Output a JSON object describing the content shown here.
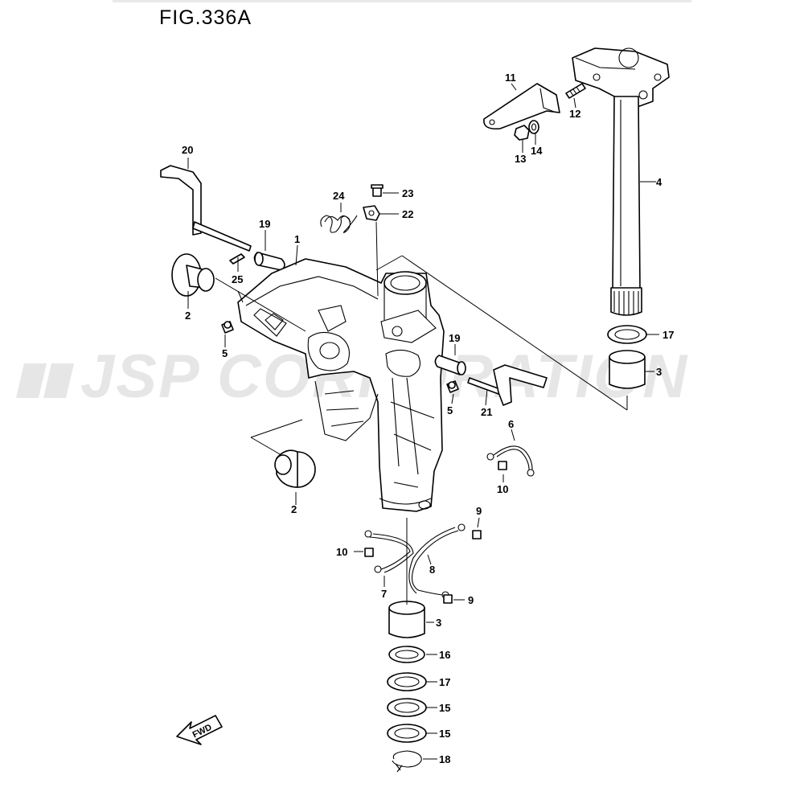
{
  "figure": {
    "title": "FIG.336A"
  },
  "watermark": {
    "text": "JSP CORPORATION"
  },
  "direction": {
    "label": "FWD"
  },
  "callouts": [
    {
      "id": "c1",
      "text": "1"
    },
    {
      "id": "c2a",
      "text": "2"
    },
    {
      "id": "c2b",
      "text": "2"
    },
    {
      "id": "c3a",
      "text": "3"
    },
    {
      "id": "c3b",
      "text": "3"
    },
    {
      "id": "c4",
      "text": "4"
    },
    {
      "id": "c5a",
      "text": "5"
    },
    {
      "id": "c5b",
      "text": "5"
    },
    {
      "id": "c6",
      "text": "6"
    },
    {
      "id": "c7",
      "text": "7"
    },
    {
      "id": "c8",
      "text": "8"
    },
    {
      "id": "c9a",
      "text": "9"
    },
    {
      "id": "c9b",
      "text": "9"
    },
    {
      "id": "c10a",
      "text": "10"
    },
    {
      "id": "c10b",
      "text": "10"
    },
    {
      "id": "c11",
      "text": "11"
    },
    {
      "id": "c12",
      "text": "12"
    },
    {
      "id": "c13",
      "text": "13"
    },
    {
      "id": "c14",
      "text": "14"
    },
    {
      "id": "c15a",
      "text": "15"
    },
    {
      "id": "c15b",
      "text": "15"
    },
    {
      "id": "c16",
      "text": "16"
    },
    {
      "id": "c17a",
      "text": "17"
    },
    {
      "id": "c17b",
      "text": "17"
    },
    {
      "id": "c18",
      "text": "18"
    },
    {
      "id": "c19a",
      "text": "19"
    },
    {
      "id": "c19b",
      "text": "19"
    },
    {
      "id": "c20",
      "text": "20"
    },
    {
      "id": "c21",
      "text": "21"
    },
    {
      "id": "c22",
      "text": "22"
    },
    {
      "id": "c23",
      "text": "23"
    },
    {
      "id": "c24",
      "text": "24"
    },
    {
      "id": "c25",
      "text": "25"
    }
  ]
}
